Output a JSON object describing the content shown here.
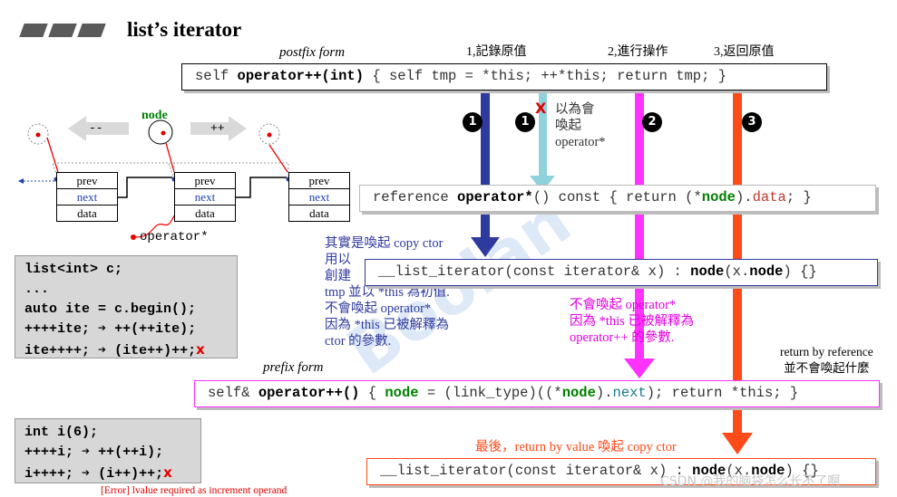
{
  "slide": {
    "title": "list’s iterator"
  },
  "postfix": {
    "label": "postfix form",
    "code": {
      "p1": "self ",
      "p2": "operator++(int)",
      "p3": " { self tmp = *this;  ++*this; return tmp; }"
    }
  },
  "steps": {
    "s1": "1,記錄原值",
    "s2": "2,進行操作",
    "s3": "3,返回原值"
  },
  "circles": {
    "c1": "1",
    "c1b": "1",
    "c2": "2",
    "c3": "3"
  },
  "deref": {
    "p1": "reference ",
    "p2": "operator*",
    "p3": "() const { return (*",
    "p4": "node",
    "p5": ").",
    "p6": "data",
    "p7": "; }"
  },
  "copyctor": {
    "p1": "__list_iterator(const iterator& x) : ",
    "p2": "node",
    "p3": "(x.",
    "p4": "node",
    "p5": ") {}"
  },
  "prefix": {
    "label": "prefix form",
    "code": {
      "p1": "self& ",
      "p2": "operator++()",
      "p3": " { ",
      "p4": "node",
      "p5": " = (link_type)((*",
      "p6": "node",
      "p7": ").",
      "p8": "next",
      "p9": "); return *this; }"
    }
  },
  "copyctor2": {
    "p1": "__list_iterator(const iterator& x) : ",
    "p2": "node",
    "p3": "(x.",
    "p4": "node",
    "p5": ") {}"
  },
  "notes": {
    "x_mark": "X",
    "misthink": [
      "以為會",
      "喚起",
      "operator*"
    ],
    "blue_note": [
      "其實是喚起 copy ctor",
      "用以",
      "創建",
      "tmp 並以 *this 為初值.",
      "不會喚起 operator*",
      "因為 *this 已被解釋為",
      "ctor 的參數."
    ],
    "magenta_note": [
      "不會喚起 operator*",
      "因為 *this 已被解釋為",
      "operator++ 的參數."
    ],
    "return_ref": [
      "return by reference",
      "並不會喚起什麼"
    ],
    "last_line": "最後，return by value 喚起 copy ctor"
  },
  "diagram": {
    "node_label": "node",
    "operator_label": "operator*",
    "minus": "--",
    "plus": "++",
    "fields": [
      "prev",
      "next",
      "data"
    ]
  },
  "box1": {
    "lines": [
      "list<int> c;",
      "...",
      "auto ite = c.begin();"
    ],
    "l4a": "++++ite;",
    "l4b": "➔ ++(++ite);",
    "l5a": "ite++++;",
    "l5b": "➔ (ite++)++;",
    "x": "x"
  },
  "box2": {
    "l1": "int i(6);",
    "l2a": "++++i;",
    "l2b": "➔ ++(++i);",
    "l3a": "i++++;",
    "l3b": "➔ (i++)++;",
    "x": "x"
  },
  "error": "[Error] lvalue required as increment operand",
  "watermark": "CSDN @我的脑袋怎么长不了啊",
  "colors": {
    "blue": "#2f3a9e",
    "lightblue": "#8fd2dc",
    "magenta": "#ff33ff",
    "orange": "#ff4a1a",
    "codered": "#c0392b"
  }
}
